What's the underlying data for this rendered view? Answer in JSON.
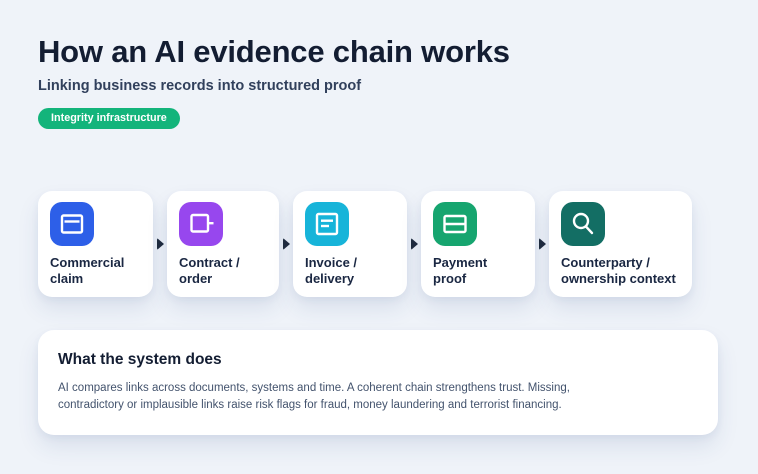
{
  "header": {
    "title": "How an AI evidence chain works",
    "subtitle": "Linking business records into structured proof",
    "badge": "Integrity infrastructure"
  },
  "chain": {
    "steps": [
      {
        "label": "Commercial claim",
        "icon": "window-card-icon",
        "color": "#2d5fe8"
      },
      {
        "label": "Contract / order",
        "icon": "contract-icon",
        "color": "#9747ee"
      },
      {
        "label": "Invoice / delivery",
        "icon": "invoice-lines-icon",
        "color": "#17b4d9"
      },
      {
        "label": "Payment proof",
        "icon": "payment-card-icon",
        "color": "#16a56f"
      },
      {
        "label": "Counterparty / ownership context",
        "icon": "search-icon",
        "color": "#136e64"
      }
    ]
  },
  "info": {
    "heading": "What the system does",
    "body": "AI compares links across documents, systems and time. A coherent chain strengthens trust. Missing, contradictory or implausible links raise risk flags for fraud, money laundering and terrorist financing."
  },
  "colors": {
    "background": "#eff3f9",
    "card": "#ffffff",
    "title_text": "#131d32",
    "subtitle_text": "#31405c",
    "label_text": "#1a2742",
    "body_text": "#43536d",
    "badge_green": "#13b47b",
    "arrow": "#1f2b3e"
  }
}
